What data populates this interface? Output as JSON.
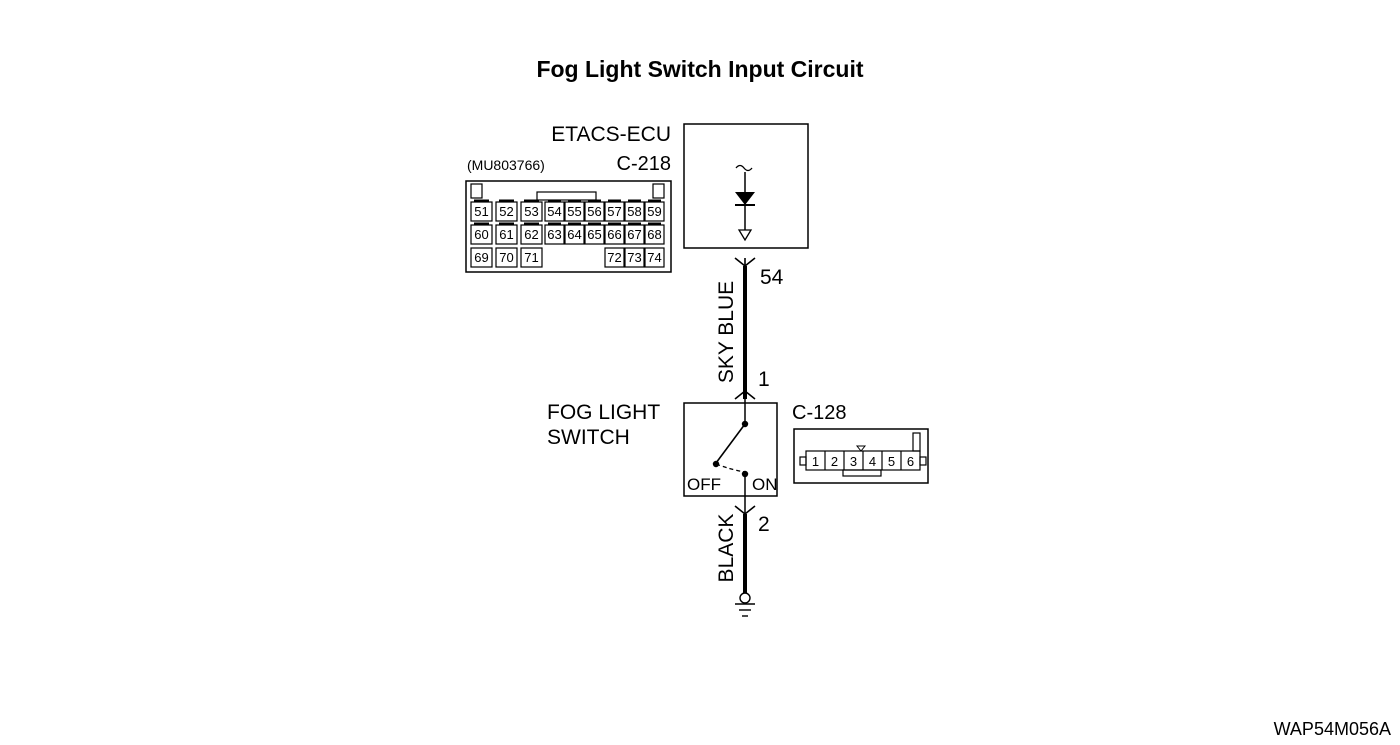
{
  "title": "Fog Light Switch Input Circuit",
  "ecu": {
    "name": "ETACS-ECU",
    "part_number": "(MU803766)",
    "connector": "C-218",
    "pin_rows": [
      [
        "51",
        "52",
        "53",
        "54",
        "55",
        "56",
        "57",
        "58",
        "59"
      ],
      [
        "60",
        "61",
        "62",
        "63",
        "64",
        "65",
        "66",
        "67",
        "68"
      ],
      [
        "69",
        "70",
        "71",
        "72",
        "73",
        "74"
      ]
    ]
  },
  "wire_top": {
    "color": "SKY BLUE",
    "pin_ecu": "54",
    "pin_switch": "1"
  },
  "switch": {
    "name_line1": "FOG LIGHT",
    "name_line2": "SWITCH",
    "connector": "C-128",
    "off_label": "OFF",
    "on_label": "ON",
    "pins": [
      "1",
      "2",
      "3",
      "4",
      "5",
      "6"
    ]
  },
  "wire_bottom": {
    "color": "BLACK",
    "pin": "2"
  },
  "figure_code": "WAP54M056A"
}
